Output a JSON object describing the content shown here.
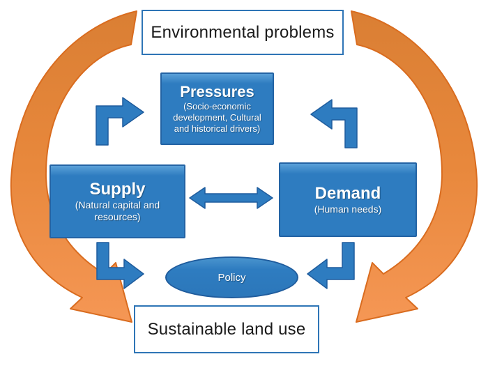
{
  "diagram": {
    "title_box": {
      "label": "Environmental problems"
    },
    "pressures": {
      "title": "Pressures",
      "subtitle": "(Socio-economic development, Cultural and historical drivers)"
    },
    "supply": {
      "title": "Supply",
      "subtitle": "(Natural capital and resources)"
    },
    "demand": {
      "title": "Demand",
      "subtitle": "(Human needs)"
    },
    "policy": {
      "label": "Policy"
    },
    "bottom_box": {
      "label": "Sustainable land use"
    },
    "colors": {
      "box_blue": "#2e7cc0",
      "box_blue_border": "#2363a4",
      "white_box_border": "#2e75b6",
      "orange_top": "#d97e33",
      "orange_bottom": "#f99b5c",
      "orange_border": "#d96c1f"
    }
  }
}
